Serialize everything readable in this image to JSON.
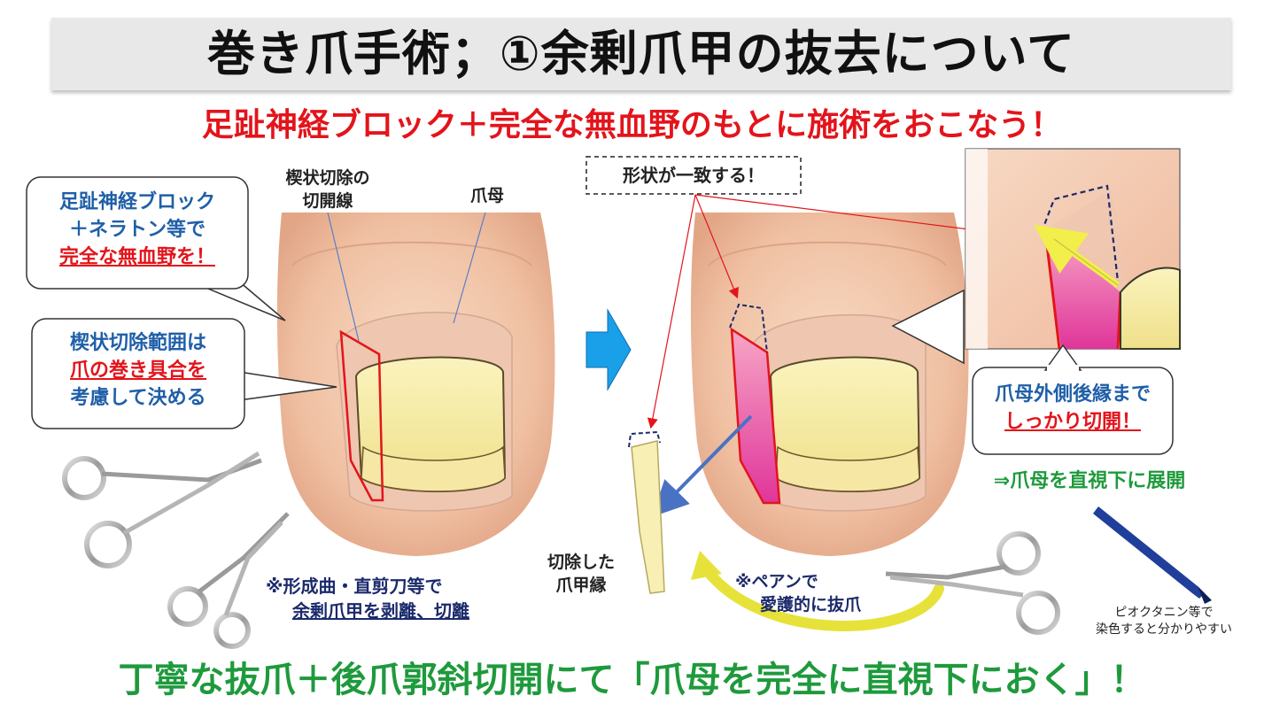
{
  "title": "巻き爪手術；①余剰爪甲の抜去について",
  "subtitle": "足趾神経ブロック＋完全な無血野のもとに施術をおこなう！",
  "callout_block": {
    "line1": "足趾神経ブロック",
    "line2": "＋ネラトン等で",
    "line3": "完全な無血野を！"
  },
  "callout_range": {
    "line1": "楔状切除範囲は",
    "line2": "爪の巻き具合を",
    "line3": "考慮して決める"
  },
  "label_incision": {
    "line1": "楔状切除の",
    "line2": "切開線"
  },
  "label_matrix": "爪母",
  "note_scissors": {
    "line1": "※形成曲・直剪刀等で",
    "line2": "余剰爪甲を剥離、切離"
  },
  "shape_match": "形状が一致する！",
  "label_resected": {
    "line1": "切除した",
    "line2": "爪甲縁"
  },
  "note_pean": {
    "line1": "※ペアンで",
    "line2": "愛護的に抜爪"
  },
  "callout_matrix": {
    "line1": "爪母外側後縁まで",
    "line2": "しっかり切開！"
  },
  "expand_note": "⇒爪母を直視下に展開",
  "marker_note": {
    "line1": "ピオクタニン等で",
    "line2": "染色すると分かりやすい"
  },
  "footer": "丁寧な抜爪＋後爪郭斜切開にて「爪母を完全に直視下におく」！",
  "colors": {
    "red": "#e3141b",
    "blue_text": "#1f5fa8",
    "green": "#1e9a3c",
    "navy": "#1b2a6b",
    "skin": "#f2c6a8",
    "nail": "#f3e79a"
  }
}
